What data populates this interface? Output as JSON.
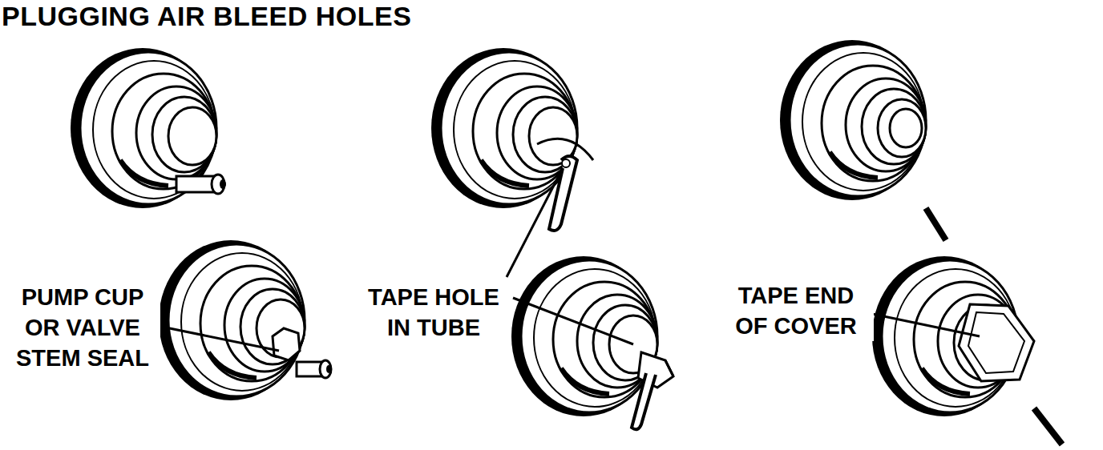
{
  "diagram": {
    "title": "PLUGGING AIR BLEED HOLES",
    "labels": [
      "PUMP CUP OR VALVE STEM SEAL",
      "TAPE HOLE IN TUBE",
      "TAPE END OF COVER"
    ]
  }
}
